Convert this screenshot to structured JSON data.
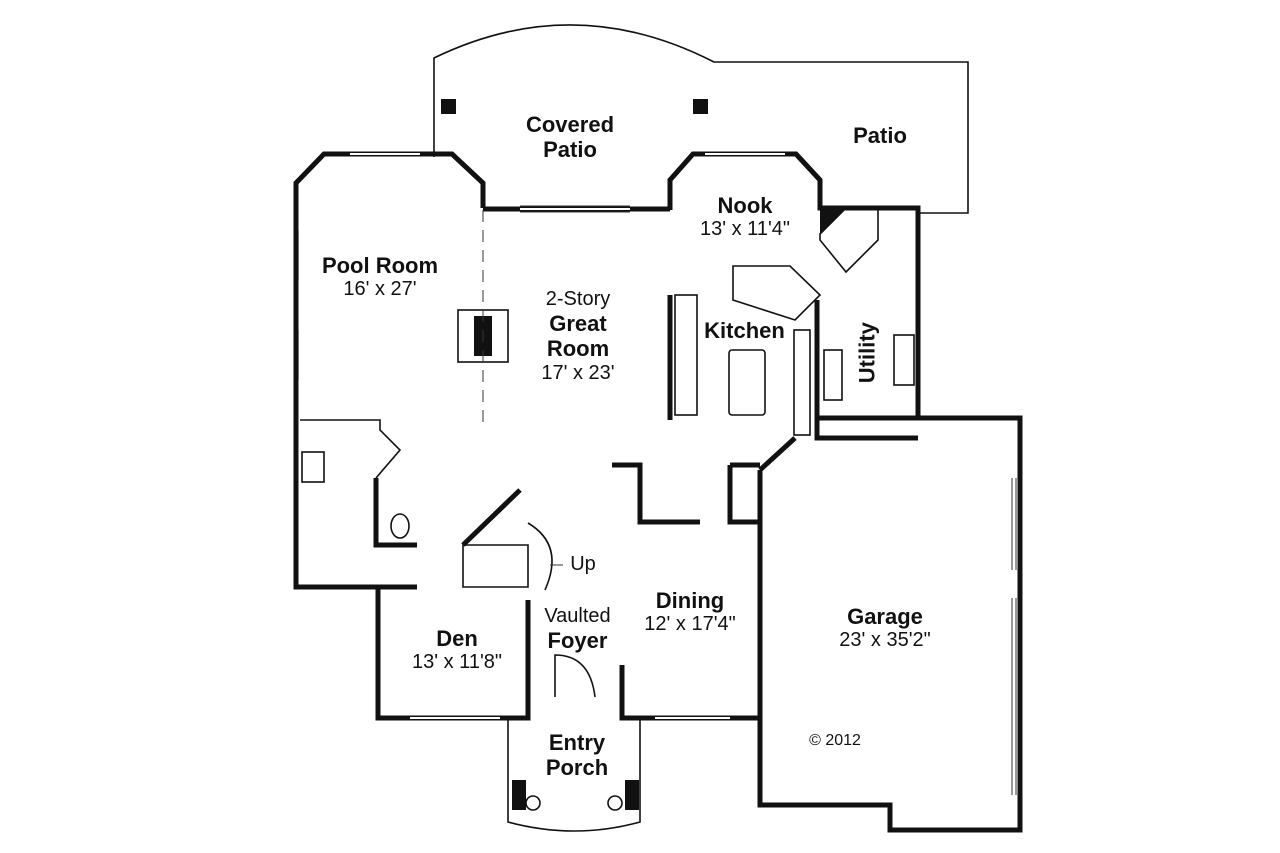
{
  "rooms": {
    "covered_patio": {
      "line1": "Covered",
      "line2": "Patio"
    },
    "patio": {
      "name": "Patio"
    },
    "nook": {
      "name": "Nook",
      "size": "13' x 11'4\""
    },
    "pool_room": {
      "name": "Pool Room",
      "size": "16' x 27'"
    },
    "great_room": {
      "prefix": "2-Story",
      "line1": "Great",
      "line2": "Room",
      "size": "17' x 23'"
    },
    "kitchen": {
      "name": "Kitchen"
    },
    "utility": {
      "name": "Utility"
    },
    "stairs": {
      "label": "Up"
    },
    "dining": {
      "name": "Dining",
      "size": "12' x 17'4\""
    },
    "garage": {
      "name": "Garage",
      "size": "23' x 35'2\""
    },
    "den": {
      "name": "Den",
      "size": "13' x 11'8\""
    },
    "foyer": {
      "prefix": "Vaulted",
      "name": "Foyer"
    },
    "entry_porch": {
      "line1": "Entry",
      "line2": "Porch"
    }
  },
  "copyright": "© 2012"
}
